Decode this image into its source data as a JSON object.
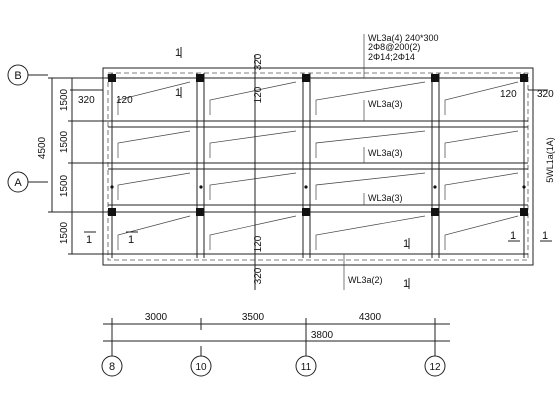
{
  "axes": {
    "row_B": "B",
    "row_A": "A",
    "col_8": "8",
    "col_10": "10",
    "col_11": "11",
    "col_12": "12"
  },
  "beam_callouts": {
    "top_line1": "WL3a(4) 240*300",
    "top_line2": "2Φ8@200(2)",
    "top_line3": "2Φ14;2Φ14",
    "mid1": "WL3a(3)",
    "mid2": "WL3a(3)",
    "mid3": "WL3a(3)",
    "bottom": "WL3a(2)",
    "right_vertical": "5WL1a(1A)"
  },
  "dims": {
    "offset_top": "320",
    "offset_left": "320",
    "offset_right": "320",
    "offset_bottom": "320",
    "inner_left": "120",
    "inner_top": "120",
    "inner_right": "120",
    "inner_bottom": "120",
    "left_total": "4500",
    "left_spans": [
      "1500",
      "1500",
      "1500",
      "1500"
    ],
    "bottom_spans": [
      "3000",
      "3500",
      "4300"
    ],
    "bottom_total": "3800"
  },
  "sections": {
    "top": "1",
    "top2": "1",
    "left": "1",
    "left2": "1",
    "right": "1",
    "right2": "1",
    "bottom": "1",
    "bottom2": "1"
  }
}
